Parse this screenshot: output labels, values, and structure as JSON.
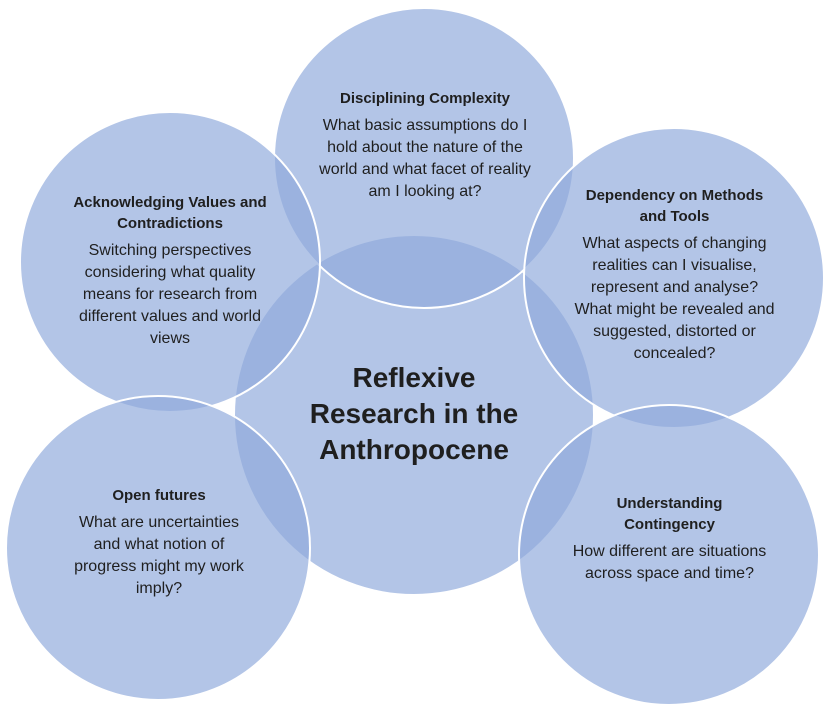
{
  "colors": {
    "circle_fill": "#8FA9DC",
    "circle_stroke": "#ffffff",
    "text": "#1f1f1f"
  },
  "center": {
    "title": "Reflexive Research in the Anthropocene"
  },
  "nodes": [
    {
      "id": "disciplining-complexity",
      "title": "Disciplining Complexity",
      "body": "What basic assumptions do I hold about the nature of the world and what facet of reality am I looking at?"
    },
    {
      "id": "acknowledging-values",
      "title": "Acknowledging Values and Contradictions",
      "body": "Switching perspectives considering what quality means for research from different values and world views"
    },
    {
      "id": "dependency-methods",
      "title": "Dependency on Methods and Tools",
      "body": "What aspects of changing realities can I visualise, represent and analyse? What might be revealed and suggested, distorted or concealed?"
    },
    {
      "id": "open-futures",
      "title": "Open futures",
      "body": "What are uncertainties and what notion of progress might my work imply?"
    },
    {
      "id": "understanding-contingency",
      "title": "Understanding Contingency",
      "body": "How different are situations across space and time?"
    }
  ]
}
